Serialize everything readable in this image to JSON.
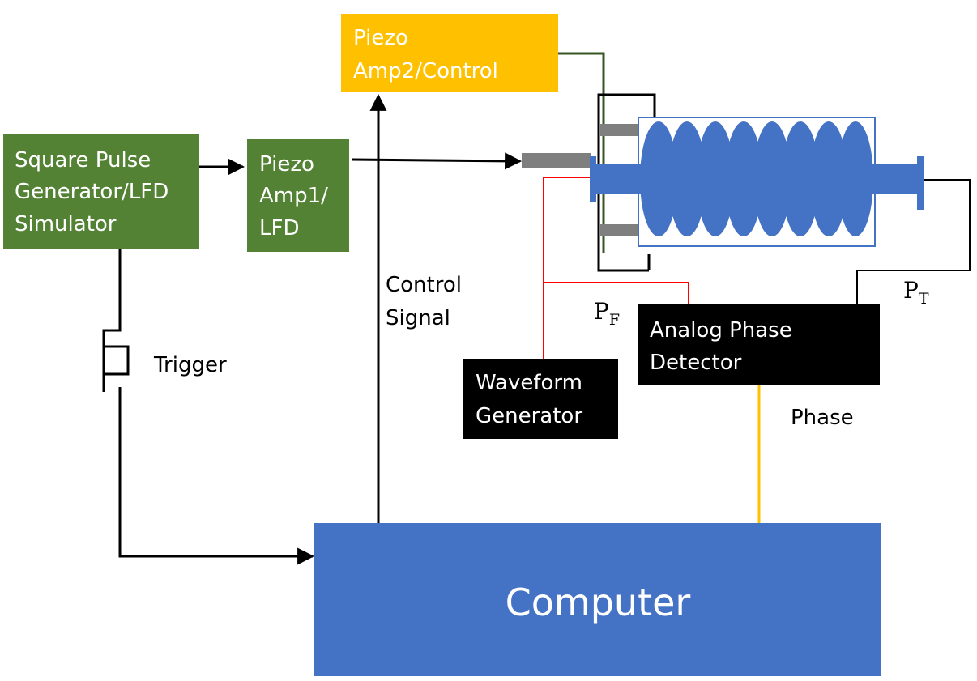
{
  "blocks": {
    "square_pulse": {
      "lines": [
        "Square Pulse",
        "Generator/LFD",
        "Simulator"
      ]
    },
    "piezo_amp1": {
      "lines": [
        "Piezo",
        "Amp1/",
        "LFD"
      ]
    },
    "piezo_amp2": {
      "lines": [
        "Piezo",
        "Amp2/Control"
      ]
    },
    "waveform_generator": {
      "lines": [
        "Waveform",
        "Generator"
      ]
    },
    "analog_phase_detector": {
      "lines": [
        "Analog Phase",
        "Detector"
      ]
    },
    "computer": {
      "label": "Computer"
    }
  },
  "labels": {
    "trigger": "Trigger",
    "control_signal": [
      "Control",
      "Signal"
    ],
    "phase": "Phase",
    "p_forward": {
      "main": "P",
      "sub": "F"
    },
    "p_transmitted": {
      "main": "P",
      "sub": "T"
    }
  },
  "colors": {
    "green_block": "#548235",
    "orange_block": "#FFC000",
    "black_block": "#000000",
    "blue_block": "#4472C4",
    "rf_line": "#FF0000",
    "phase_line": "#FFC000",
    "piezo_control_line": "#375623",
    "cavity_blue": "#4472C4",
    "tuner_gray": "#7F7F7F"
  }
}
